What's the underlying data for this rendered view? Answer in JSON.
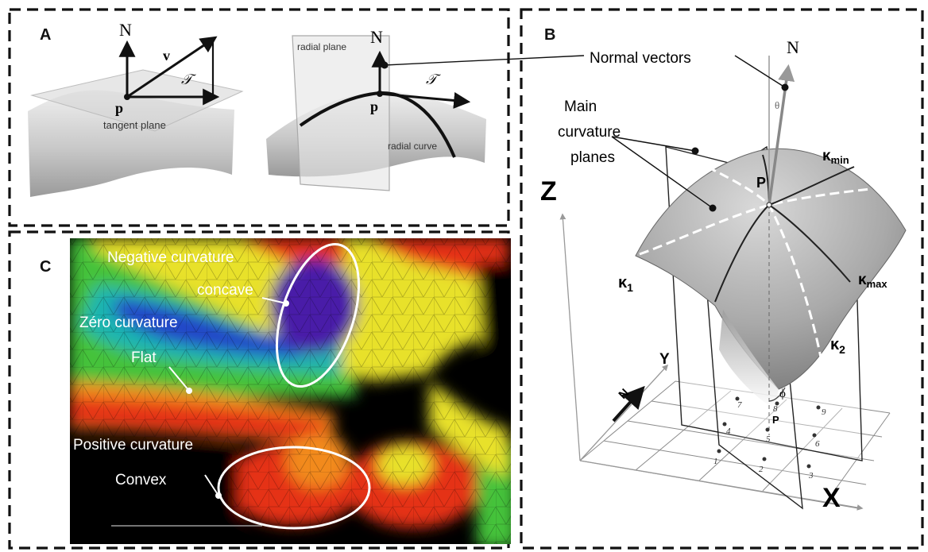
{
  "panel_a": {
    "letter": "A",
    "left": {
      "normal": "N",
      "vector": "v",
      "tangent_symbol": "𝒯",
      "point": "p",
      "plane_label": "tangent plane"
    },
    "right": {
      "normal": "N",
      "plane_label": "radial plane",
      "tangent_symbol": "𝒯",
      "point": "p",
      "curve_label": "radial curve"
    }
  },
  "panel_b": {
    "letter": "B",
    "normal_vectors": "Normal vectors",
    "normal": "N",
    "theta": "θ",
    "main_planes": [
      "Main",
      "curvature",
      "planes"
    ],
    "point": "P",
    "k_min": {
      "k": "κ",
      "sub": "min"
    },
    "k_max": {
      "k": "κ",
      "sub": "max"
    },
    "k1": {
      "k": "κ",
      "sub": "1"
    },
    "k2": {
      "k": "κ",
      "sub": "2"
    },
    "phi": "ϕ",
    "axis_z": "Z",
    "axis_y": "Y",
    "axis_x": "X",
    "axis_n": "N",
    "grid_point": "P",
    "grid_numbers": [
      "1",
      "2",
      "3",
      "4",
      "5",
      "6",
      "7",
      "8",
      "9"
    ]
  },
  "panel_c": {
    "letter": "C",
    "negative_curvature": "Negative curvature",
    "concave": "concave",
    "zero_curvature": "Zéro curvature",
    "flat": "Flat",
    "positive_curvature": "Positive curvature",
    "convex": "Convex"
  },
  "colors": {
    "mesh_red": "#e53018",
    "mesh_orange": "#f28a1c",
    "mesh_yellow": "#e8e12a",
    "mesh_green": "#45c23a",
    "mesh_cyan": "#1fb5b0",
    "mesh_blue": "#2046c8",
    "mesh_purple": "#4a1fa8",
    "surface_gray": "#b5b5b5"
  }
}
